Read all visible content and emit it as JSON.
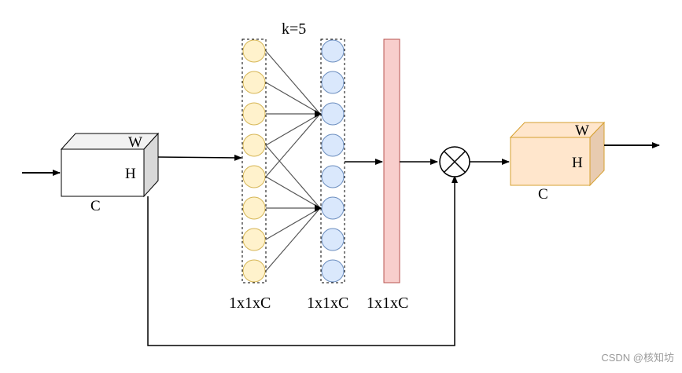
{
  "input_block": {
    "w": "W",
    "h": "H",
    "c": "C"
  },
  "output_block": {
    "w": "W",
    "h": "H",
    "c": "C"
  },
  "k_label": "k=5",
  "layer_labels": [
    "1x1xC",
    "1x1xC",
    "1x1xC"
  ],
  "watermark": "CSDN @核知坊",
  "colors": {
    "node_yellow_fill": "#fff2cc",
    "node_yellow_stroke": "#d6b656",
    "node_blue_fill": "#dae8fc",
    "node_blue_stroke": "#6c8ebf",
    "bar_fill": "#f8cecc",
    "bar_stroke": "#b85450",
    "output_front": "#ffe6cc",
    "output_side": "#e8cbb0",
    "output_stroke": "#d6a030",
    "input_side": "#d9d9d9",
    "input_top": "#f2f2f2"
  }
}
